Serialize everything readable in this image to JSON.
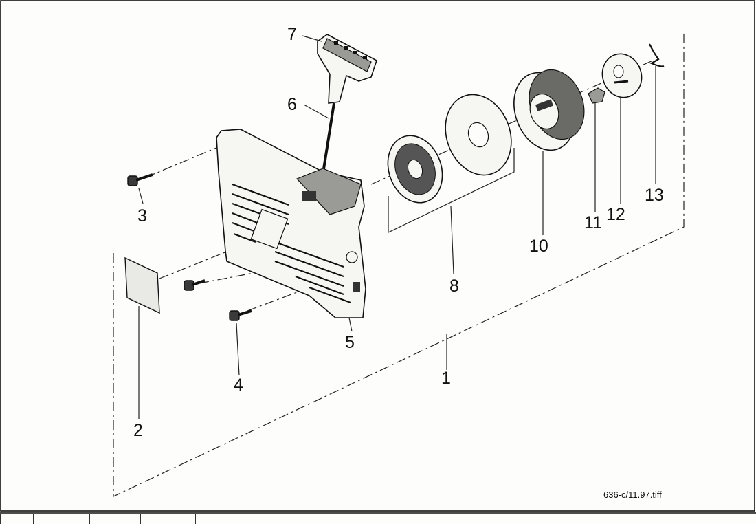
{
  "figure": {
    "file_label": "636-c/11.97.tiff",
    "callouts": [
      {
        "id": "1",
        "text": "1"
      },
      {
        "id": "2",
        "text": "2"
      },
      {
        "id": "3",
        "text": "3"
      },
      {
        "id": "4",
        "text": "4"
      },
      {
        "id": "5",
        "text": "5"
      },
      {
        "id": "6",
        "text": "6"
      },
      {
        "id": "7",
        "text": "7"
      },
      {
        "id": "8",
        "text": "8"
      },
      {
        "id": "10",
        "text": "10"
      },
      {
        "id": "11",
        "text": "11"
      },
      {
        "id": "12",
        "text": "12"
      },
      {
        "id": "13",
        "text": "13"
      }
    ]
  },
  "colors": {
    "line": "#111111",
    "paper": "#fdfdfb"
  }
}
